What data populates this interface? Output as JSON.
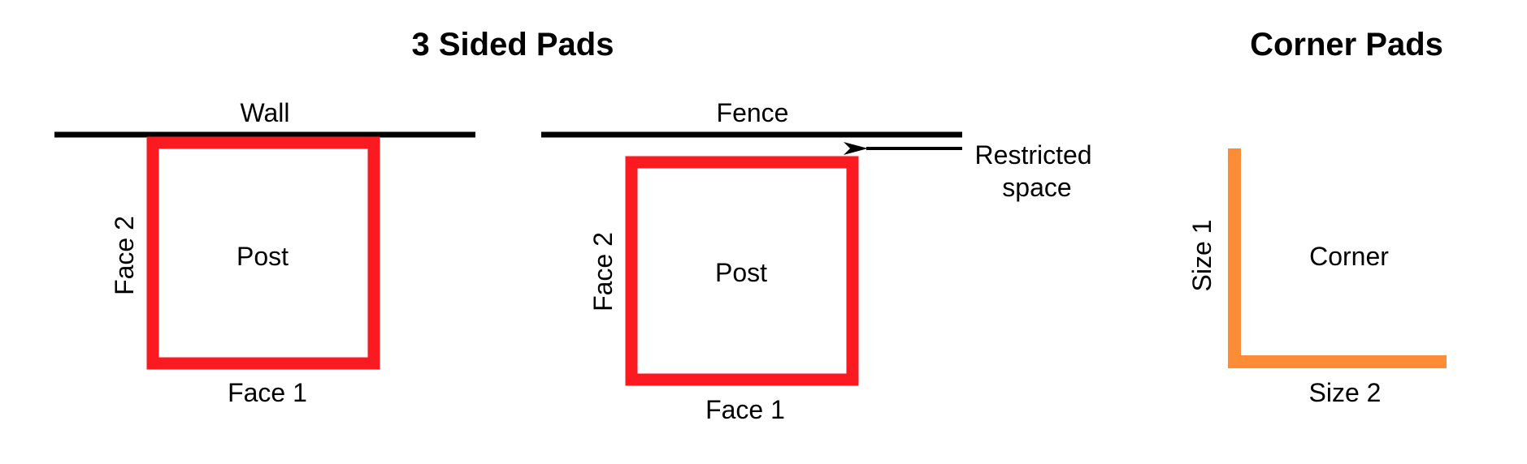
{
  "sections": {
    "three_sided": {
      "title": "3 Sided Pads",
      "wall_example": {
        "boundary_label": "Wall",
        "post_label": "Post",
        "face1_label": "Face 1",
        "face2_label": "Face 2"
      },
      "fence_example": {
        "boundary_label": "Fence",
        "post_label": "Post",
        "face1_label": "Face 1",
        "face2_label": "Face 2",
        "restricted_line1": "Restricted",
        "restricted_line2": "space"
      }
    },
    "corner": {
      "title": "Corner Pads",
      "corner_label": "Corner",
      "size1_label": "Size 1",
      "size2_label": "Size 2"
    }
  },
  "colors": {
    "pad_red": "#fa1a1f",
    "corner_orange": "#fd8c37",
    "line_black": "#000000"
  }
}
